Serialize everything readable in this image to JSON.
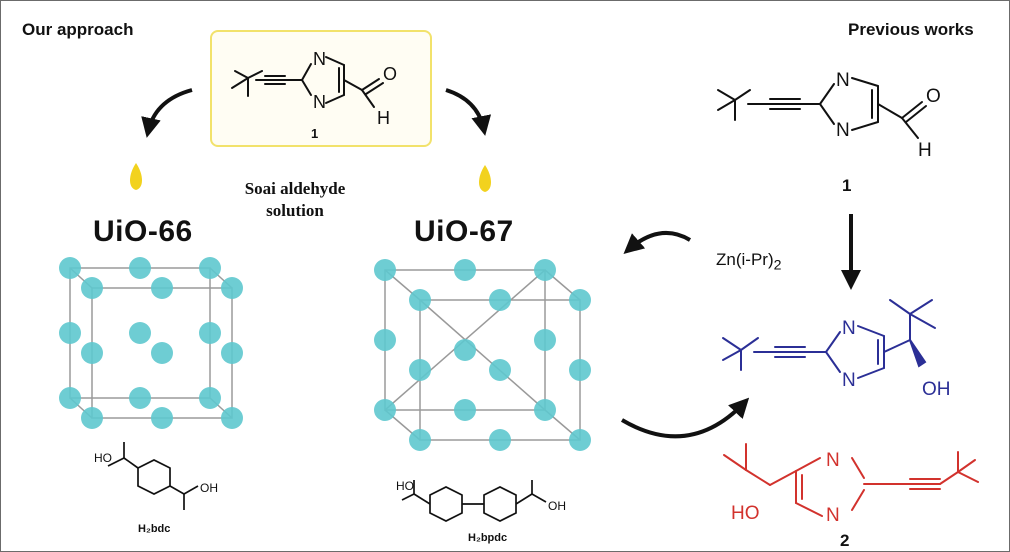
{
  "labels": {
    "our_approach": "Our approach",
    "previous_works": "Previous works",
    "solution_line1": "Soai aldehyde",
    "solution_line2": "solution",
    "reagent": "Zn(i-Pr)",
    "reagent_subscript": "2"
  },
  "mofs": [
    {
      "name": "UiO-66",
      "linker": "H₂bdc"
    },
    {
      "name": "UiO-67",
      "linker": "H₂bpdc"
    }
  ],
  "compounds": {
    "aldehyde_number": "1",
    "product_number": "2"
  },
  "atom_labels": {
    "nitrogen": "N",
    "oxygen": "O",
    "hydrogen": "H",
    "hydroxyl_right": "OH",
    "hydroxyl_left": "HO"
  },
  "colors": {
    "highlight_box": "#f2e26b",
    "droplet": "#f2d21e",
    "blue_enantiomer": "#2b2f96",
    "red_enantiomer": "#d2322d",
    "mof_node": "#5fc8cf",
    "mof_node_light": "#bfe6ea"
  }
}
